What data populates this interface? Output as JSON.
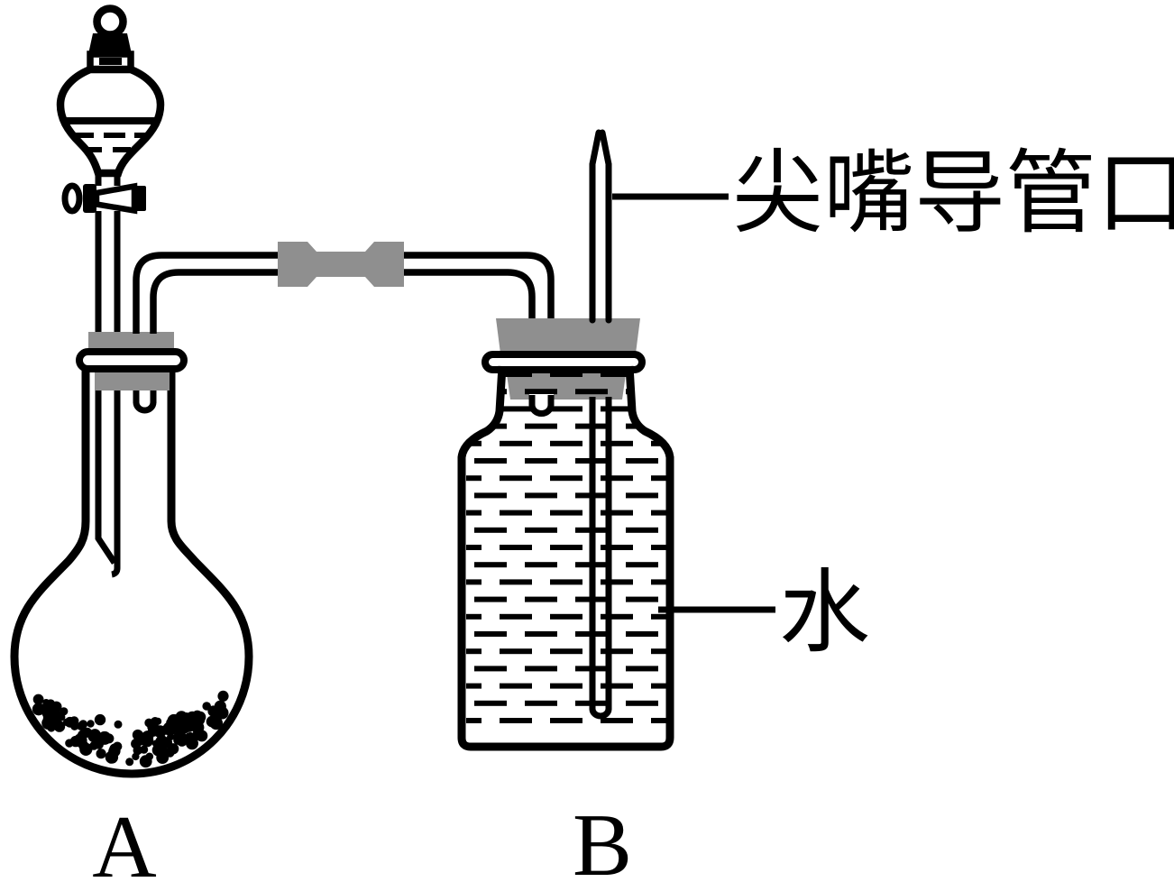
{
  "figure": {
    "type": "chemistry-apparatus-diagram",
    "annotations": {
      "pointed_tube_label": "尖嘴导管口",
      "water_label": "水",
      "vessel_a_label": "A",
      "vessel_b_label": "B"
    },
    "colors": {
      "line": "#000000",
      "rubber_gray": "#8f8f8f",
      "background": "#ffffff"
    }
  }
}
